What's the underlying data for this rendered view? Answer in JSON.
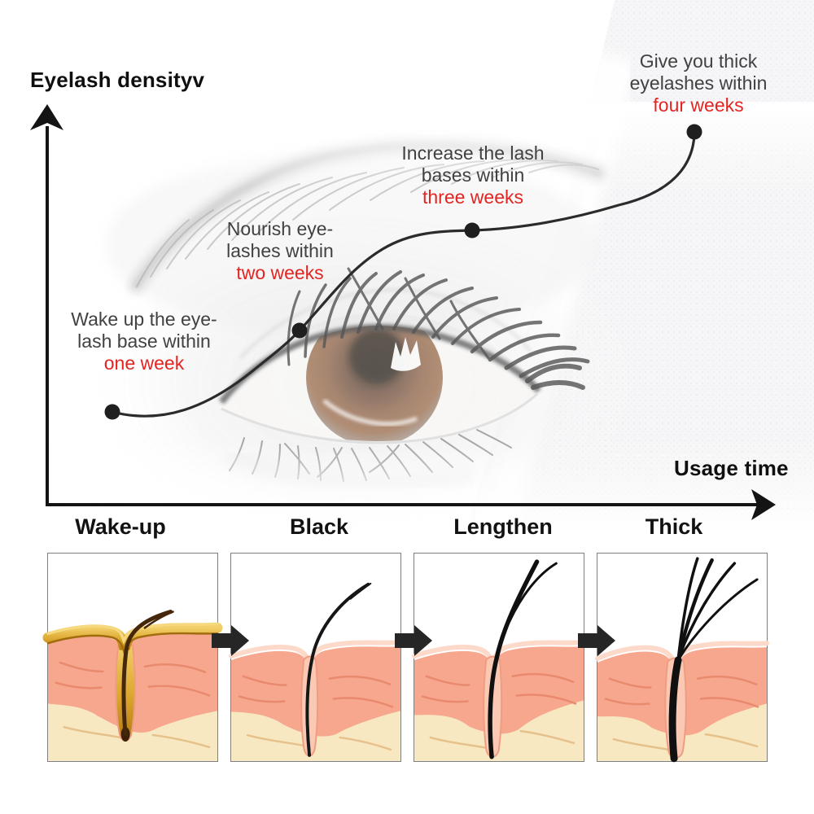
{
  "axes": {
    "y_label": "Eyelash densityv",
    "x_label": "Usage time"
  },
  "annotations": [
    {
      "lines": [
        "Wake up the eye-",
        "lash base within"
      ],
      "highlight": "one week"
    },
    {
      "lines": [
        "Nourish eye-",
        "lashes within"
      ],
      "highlight": "two weeks"
    },
    {
      "lines": [
        "Increase the lash",
        "bases within"
      ],
      "highlight": "three weeks"
    },
    {
      "lines": [
        "Give you thick",
        "eyelashes within"
      ],
      "highlight": "four weeks"
    }
  ],
  "stages": [
    {
      "label": "Wake-up"
    },
    {
      "label": "Black"
    },
    {
      "label": "Lengthen"
    },
    {
      "label": "Thick"
    }
  ],
  "chart_data": {
    "type": "line",
    "x_categories": [
      "one week",
      "two weeks",
      "three weeks",
      "four weeks"
    ],
    "relative_density": [
      0.24,
      0.45,
      0.7,
      0.95
    ],
    "xlabel": "Usage time",
    "ylabel": "Eyelash densityv",
    "legend": "none",
    "grid": "off"
  },
  "colors": {
    "highlight_red": "#e42420",
    "annotation_text": "#414141",
    "axis_black": "#0f0f0f",
    "curve_black": "#2b2b2b",
    "iris_brown": "#7b4a2b",
    "skin_pink": "#f6a78e",
    "subcutis_cream": "#f8e8c2",
    "serum_gold": "#dca62e",
    "panel_border": "#7f7f7f"
  }
}
